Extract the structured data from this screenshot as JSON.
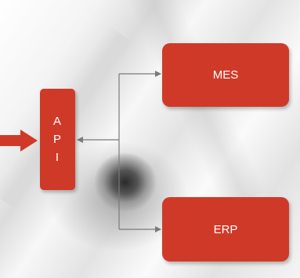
{
  "diagram": {
    "api_letters": [
      "A",
      "P",
      "I"
    ],
    "mes_label": "MES",
    "erp_label": "ERP",
    "colors": {
      "box_fill": "#cf3a28",
      "box_text": "#ffffff",
      "connector": "#7a7a7a"
    }
  }
}
